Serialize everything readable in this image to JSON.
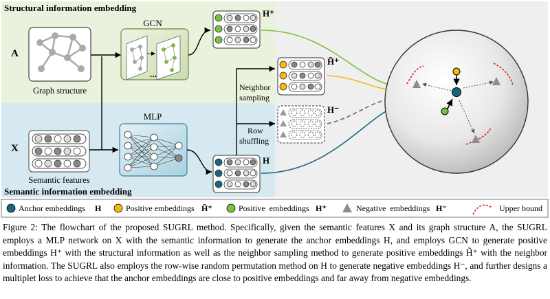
{
  "regions": {
    "structural_title": "Structural information embedding",
    "semantic_title": "Semantic information embedding"
  },
  "inputs": {
    "A": "A",
    "X": "X",
    "graph_label": "Graph structure",
    "semantic_label": "Semantic features"
  },
  "modules": {
    "gcn": "GCN",
    "mlp": "MLP",
    "gcn_dots": "..."
  },
  "outputs": {
    "h_plus": "H⁺",
    "h_tilde_plus": "H̃⁺",
    "h_minus": "H⁻",
    "h": "H"
  },
  "operations": {
    "neighbor_sampling_1": "Neighbor",
    "neighbor_sampling_2": "sampling",
    "row_shuffling_1": "Row",
    "row_shuffling_2": "shuffling"
  },
  "legend": {
    "anchor": "Anchor embeddings",
    "anchor_sym": "H",
    "positive_tilde": "Positive embeddings",
    "positive_tilde_sym": "H̃⁺",
    "positive": "Positive  embeddings",
    "positive_sym": "H⁺",
    "negative": "Negative  embeddings",
    "negative_sym": "H⁻",
    "upper_bound": "Upper bound"
  },
  "colors": {
    "anchor": "#17667f",
    "positive_tilde": "#f5b916",
    "positive": "#7dbf3e",
    "negative": "#8c8c8c",
    "upper_bound": "#e02020",
    "structural_bg": "#eaf1dd",
    "semantic_bg": "#d6e9f0"
  },
  "caption": "Figure 2: The flowchart of the proposed SUGRL method. Specifically, given the semantic features X and its graph structure A, the SUGRL employs a MLP network on X with the semantic information to generate the anchor embeddings H, and employs GCN to generate positive embeddings H⁺ with the structural information as well as the neighbor sampling method to generate positive embeddings H̃⁺ with the neighbor information. The SUGRL also employs the row-wise random permutation method on H to generate negative embeddings H⁻, and further designs a multiplet loss to achieve that the anchor embeddings are close to positive embeddings and far away from negative embeddings."
}
